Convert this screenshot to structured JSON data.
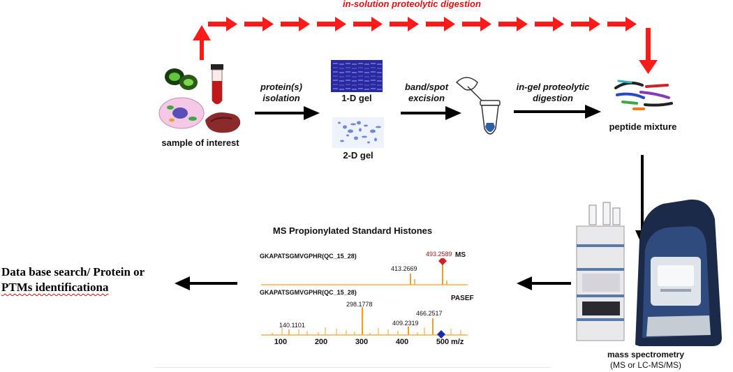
{
  "top_arrow_label": "in-solution proteolytic digestion",
  "sample_label": "sample of interest",
  "step_protein_isolation": "protein(s)\nisolation",
  "gel_1d_label": "1-D gel",
  "gel_2d_label": "2-D gel",
  "step_band_excision": "band/spot\nexcision",
  "step_ingel_digestion": "in-gel proteolytic\ndigestion",
  "peptide_label": "peptide mixture",
  "ms_instrument_label": "mass spectrometry",
  "ms_instrument_sub": "(MS or LC-MS/MS)",
  "spectrum": {
    "title": "MS Propionylated Standard Histones",
    "ms_peptide": "GKAPATSGMVGPHR(QC_15_28)",
    "ms_mode": "MS",
    "ms_peak_main": "493.2589",
    "ms_peak_2": "413.2669",
    "pasef_peptide": "GKAPATSGMVGPHR(QC_15_28)",
    "pasef_mode": "PASEF",
    "pasef_peak_1": "298.1778",
    "pasef_peak_2": "466.2517",
    "pasef_peak_3": "409.2319",
    "pasef_peak_4": "140.1101",
    "x_ticks": [
      "100",
      "200",
      "300",
      "400",
      "500"
    ],
    "x_unit": "m/z"
  },
  "result_line1": "Data base search/ Protein or",
  "result_line2": "PTMs identificationa",
  "colors": {
    "red_arrow": "#ff1a1a",
    "spectrum": "#f0a020",
    "black_arrow": "#000000"
  }
}
